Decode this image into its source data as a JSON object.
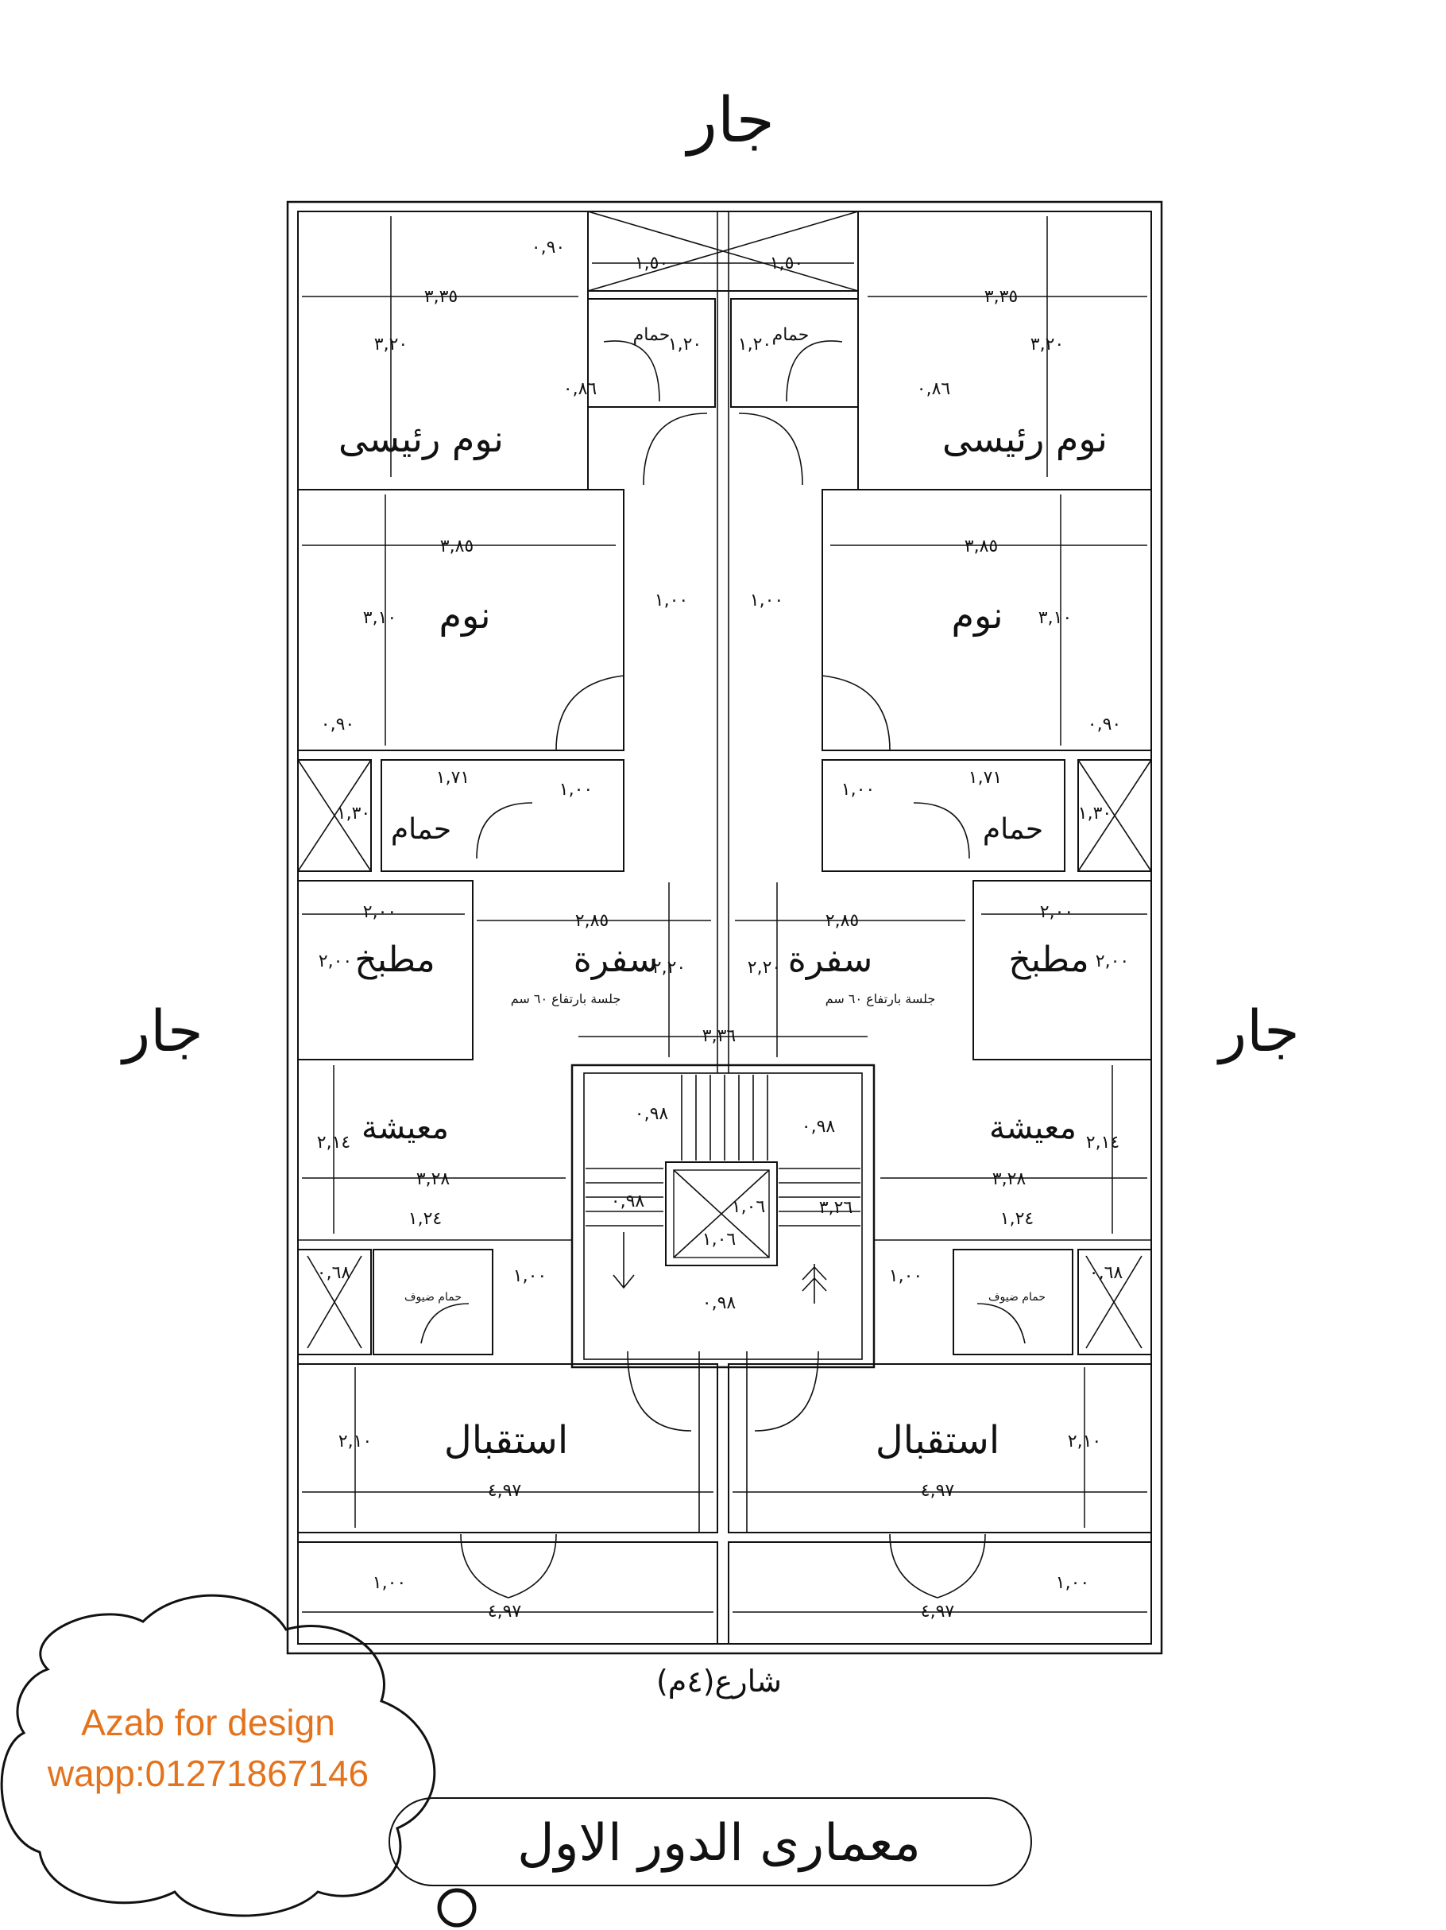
{
  "labels": {
    "neighbor_top": "جار",
    "neighbor_left": "جار",
    "neighbor_right": "جار",
    "street": "شارع(٤م)",
    "title": "معمارى الدور الاول",
    "master_bedroom": "نوم رئيسى",
    "bedroom": "نوم",
    "bathroom": "حمام",
    "kitchen": "مطبخ",
    "dining": "سفرة",
    "living": "معيشة",
    "reception": "استقبال",
    "seating_note": "جلسة بارتفاع ٦٠ سم",
    "guest_bath": "حمام ضيوف"
  },
  "dims": {
    "d090": "٠,٩٠",
    "d150": "١,٥٠",
    "d335": "٣,٣٥",
    "d320": "٣,٢٠",
    "d120": "١,٢٠",
    "d086": "٠,٨٦",
    "d385": "٣,٨٥",
    "d310": "٣,١٠",
    "d100": "١,٠٠",
    "d171": "١,٧١",
    "d130": "١,٣٠",
    "d200": "٢,٠٠",
    "d285": "٢,٨٥",
    "d220": "٢,٢٠",
    "d336": "٣,٣٦",
    "d214": "٢,١٤",
    "d328": "٣,٢٨",
    "d124": "١,٢٤",
    "d068": "٠,٦٨",
    "d098": "٠,٩٨",
    "d106": "١,٠٦",
    "d326": "٣,٢٦",
    "d210": "٢,١٠",
    "d497": "٤,٩٧"
  },
  "brand": {
    "line1": "Azab for design",
    "line2": "wapp:01271867146"
  },
  "colors": {
    "ink": "#111111",
    "brand_orange": "#e4731e",
    "paper": "#ffffff"
  }
}
